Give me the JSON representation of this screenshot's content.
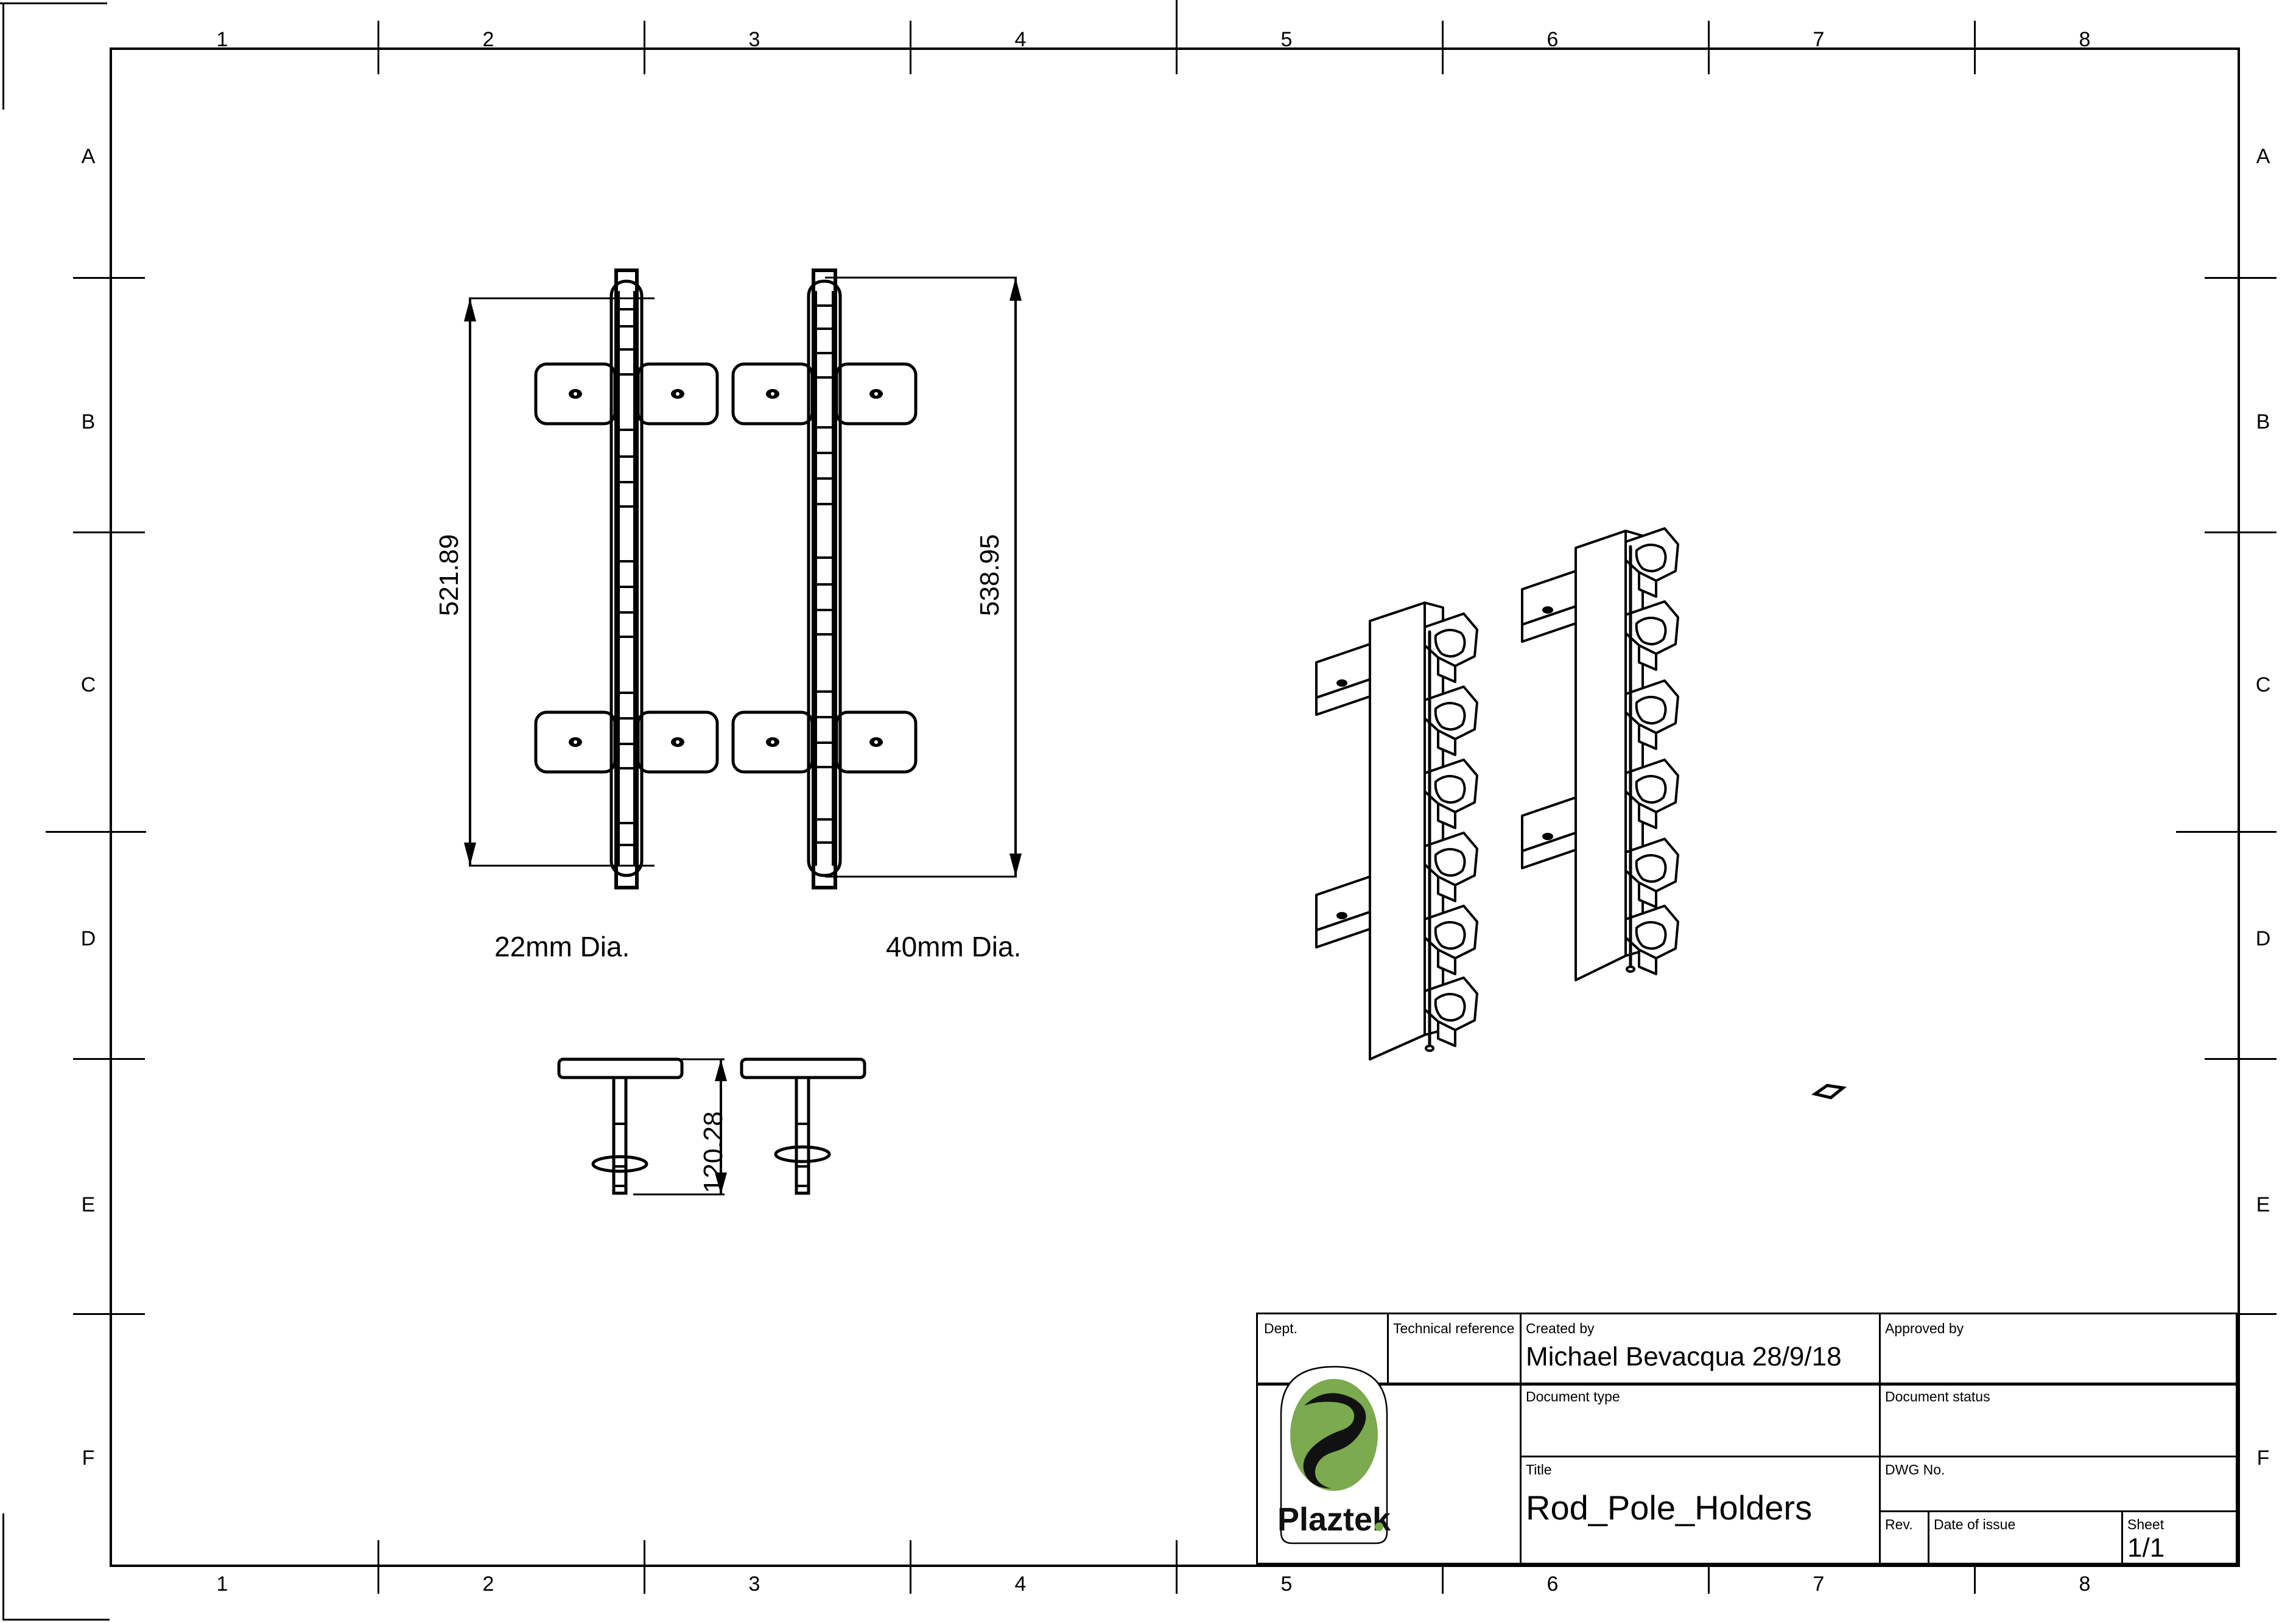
{
  "drawing": {
    "title": "Rod_Pole_Holders",
    "created_by": "Michael Bevacqua  28/9/18",
    "sheet": "1/1"
  },
  "frame": {
    "zone_columns": [
      "1",
      "2",
      "3",
      "4",
      "5",
      "6",
      "7",
      "8"
    ],
    "zone_rows": [
      "A",
      "B",
      "C",
      "D",
      "E",
      "F"
    ]
  },
  "views": {
    "left_elevation": {
      "caption": "22mm Dia.",
      "dimension": "521.89"
    },
    "right_elevation": {
      "caption": "40mm Dia.",
      "dimension": "538.95"
    },
    "plan_detail": {
      "dimension": "120.28"
    }
  },
  "title_block": {
    "dept_label": "Dept.",
    "dept_value": "",
    "technical_reference_label": "Technical reference",
    "technical_reference_value": "",
    "created_by_label": "Created by",
    "created_by_value": "Michael Bevacqua  28/9/18",
    "approved_by_label": "Approved by",
    "approved_by_value": "",
    "document_type_label": "Document type",
    "document_type_value": "",
    "document_status_label": "Document status",
    "document_status_value": "",
    "title_label": "Title",
    "title_value": "Rod_Pole_Holders",
    "dwg_no_label": "DWG No.",
    "dwg_no_value": "",
    "rev_label": "Rev.",
    "rev_value": "",
    "date_of_issue_label": "Date of issue",
    "date_of_issue_value": "",
    "sheet_label": "Sheet",
    "sheet_value": "1/1"
  },
  "logo": {
    "wordmark": "Plaztek",
    "green": "#7CAA4F",
    "black": "#111111"
  },
  "colors": {
    "line": "#000000",
    "background": "#ffffff"
  }
}
